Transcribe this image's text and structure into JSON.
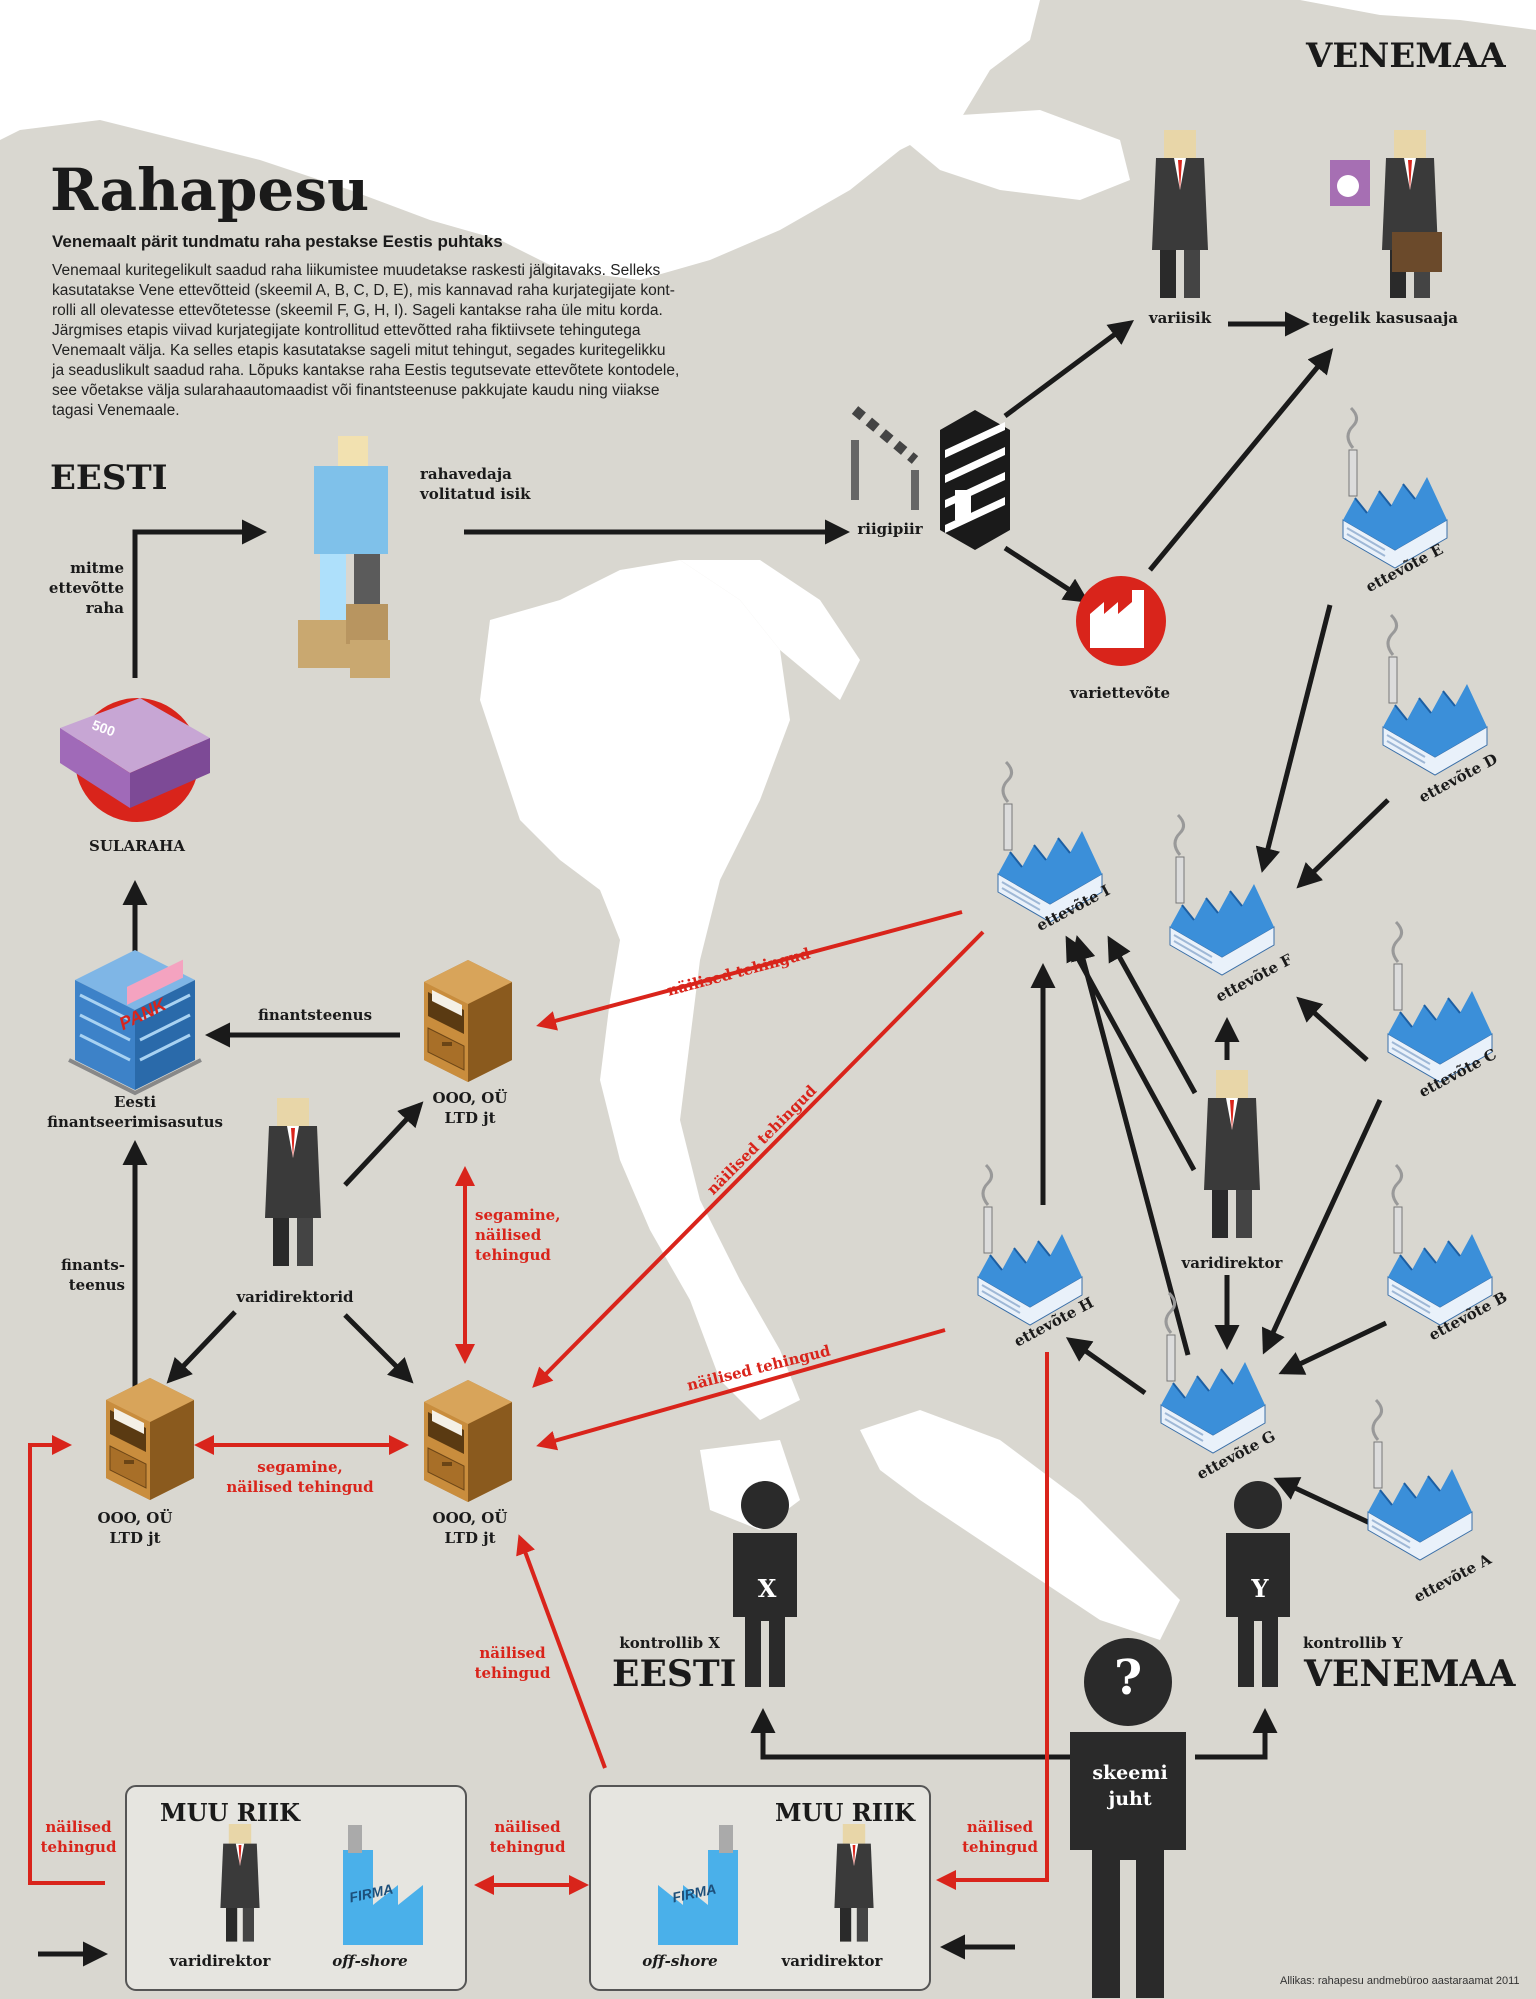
{
  "title": "Rahapesu",
  "subtitle": "Venemaalt pärit tundmatu raha pestakse Eestis puhtaks",
  "intro_lines": [
    "Venemaal kuritegelikult saadud raha liikumistee muudetakse raskesti jälgitavaks. Selleks",
    "kasutatakse Vene ettevõtteid (skeemil A, B, C, D, E), mis kannavad raha kurjategijate kont-",
    "rolli all olevatesse ettevõtetesse (skeemil F, G, H, I). Sageli kantakse raha üle mitu korda.",
    "Järgmises etapis viivad kurjategijate kontrollitud ettevõtted raha fiktiivsete tehingutega",
    "Venemaalt välja. Ka selles etapis kasutatakse sageli mitut tehingut, segades kuritegelikku",
    "ja seaduslikult saadud raha. Lõpuks kantakse raha Eestis tegutsevate ettevõtete kontodele,",
    "see võetakse välja sularahaautomaadist või finantsteenuse pakkujate kaudu ning viiakse",
    "tagasi Venemaale."
  ],
  "regions": {
    "venemaa_top": "VENEMAA",
    "eesti_top": "EESTI",
    "eesti_bottom": "EESTI",
    "venemaa_bottom": "VENEMAA"
  },
  "labels": {
    "variisik": "variisik",
    "tegelik_kasusaaja": "tegelik kasusaaja",
    "rahavedaja_1": "rahavedaja",
    "rahavedaja_2": "volitatud isik",
    "riigipiir": "riigipiir",
    "variettevote": "variettevõte",
    "mitme_1": "mitme",
    "mitme_2": "ettevõtte",
    "mitme_3": "raha",
    "sularaha": "SULARAHA",
    "banknote": "500",
    "pank": "PANK",
    "finantsteenus": "finantsteenus",
    "eesti_fin_1": "Eesti",
    "eesti_fin_2": "finantseerimisasutus",
    "finants_1": "finants-",
    "finants_2": "teenus",
    "ooo_top_1": "OOO, OÜ",
    "ooo_top_2": "LTD jt",
    "varidirektorid": "varidirektorid",
    "segamine_v_1": "segamine,",
    "segamine_v_2": "näilised",
    "segamine_v_3": "tehingud",
    "ooo_left_1": "OOO, OÜ",
    "ooo_left_2": "LTD jt",
    "segamine_h_1": "segamine,",
    "segamine_h_2": "näilised tehingud",
    "ooo_mid_1": "OOO, OÜ",
    "ooo_mid_2": "LTD jt",
    "nailised_bottom_1": "näilised",
    "nailised_bottom_2": "tehingud",
    "varidirektor_right": "varidirektor",
    "kontrollib_x": "kontrollib X",
    "kontrollib_y": "kontrollib Y",
    "x": "X",
    "y": "Y",
    "question": "?",
    "skeemi_1": "skeemi",
    "skeemi_2": "juht",
    "muu_riik_left": "MUU RIIK",
    "muu_riik_right": "MUU RIIK",
    "varidirektor_box_left": "varidirektor",
    "offshore_left": "off-shore",
    "offshore_right": "off-shore",
    "varidirektor_box_right": "varidirektor",
    "firma_left": "FIRMA",
    "firma_right": "FIRMA",
    "nailised_far_left_1": "näilised",
    "nailised_far_left_2": "tehingud",
    "nailised_between_1": "näilised",
    "nailised_between_2": "tehingud",
    "nailised_right_1": "näilised",
    "nailised_right_2": "tehingud",
    "diag_1": "näilised tehingud",
    "diag_2": "näilised tehingud",
    "diag_3": "näilised tehingud",
    "ettevote_e": "ettevõte E",
    "ettevote_d": "ettevõte D",
    "ettevote_i": "ettevõte I",
    "ettevote_f": "ettevõte F",
    "ettevote_c": "ettevõte C",
    "ettevote_h": "ettevõte H",
    "ettevote_b": "ettevõte B",
    "ettevote_g": "ettevõte G",
    "ettevote_a": "ettevõte A",
    "source": "Allikas: rahapesu andmebüroo aastaraamat 2011"
  },
  "colors": {
    "land": "#d9d7d0",
    "water": "#ffffff",
    "arrow": "#1a1a1a",
    "red": "#d9241b",
    "factory": "#3b8fd9",
    "cabinet": "#b57a2e"
  }
}
